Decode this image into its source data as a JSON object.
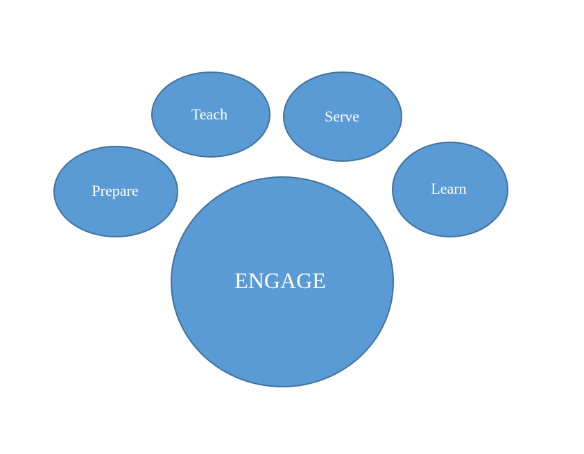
{
  "colors": {
    "fill": "#5b9bd5",
    "stroke": "#41719c",
    "text": "#ffffff",
    "background": "#ffffff"
  },
  "nodes": {
    "prepare": "Prepare",
    "teach": "Teach",
    "serve": "Serve",
    "learn": "Learn",
    "engage": "ENGAGE"
  }
}
